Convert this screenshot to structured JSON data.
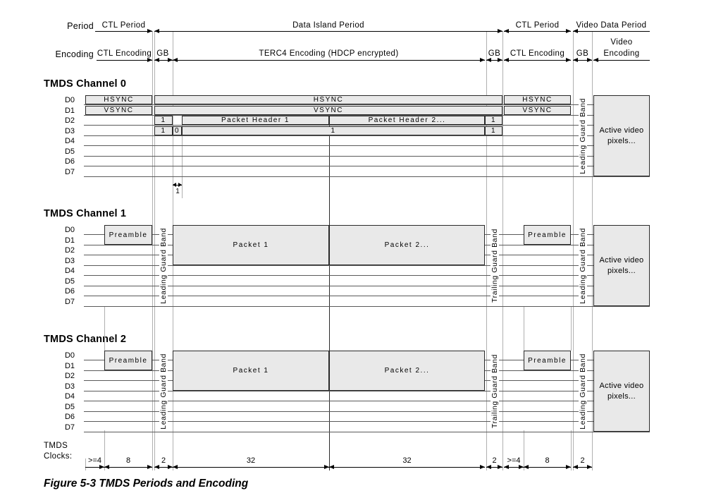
{
  "top": {
    "period_label": "Period",
    "encoding_label": "Encoding",
    "periods": [
      "CTL Period",
      "Data Island Period",
      "CTL Period",
      "Video Data Period"
    ],
    "encodings": [
      "CTL Encoding",
      "GB",
      "TERC4 Encoding (HDCP encrypted)",
      "GB",
      "CTL Encoding",
      "GB"
    ],
    "video_encoding": [
      "Video",
      "Encoding"
    ]
  },
  "channels": [
    {
      "title": "TMDS Channel 0",
      "lanes": [
        "D0",
        "D1",
        "D2",
        "D3",
        "D4",
        "D5",
        "D6",
        "D7"
      ],
      "labels": {
        "hsync": "HSYNC",
        "vsync": "VSYNC",
        "one": "1",
        "zero": "0",
        "packet_header_1": "Packet Header 1",
        "packet_header_2": "Packet Header 2...",
        "leading_guard_band": "Leading Guard Band",
        "active_video_1": "Active video",
        "active_video_2": "pixels...",
        "bit_width": "1"
      }
    },
    {
      "title": "TMDS Channel 1",
      "lanes": [
        "D0",
        "D1",
        "D2",
        "D3",
        "D4",
        "D5",
        "D6",
        "D7"
      ],
      "labels": {
        "preamble": "Preamble",
        "packet_1": "Packet 1",
        "packet_2": "Packet 2...",
        "leading_guard_band": "Leading Guard Band",
        "trailing_guard_band": "Trailing Guard Band",
        "active_video_1": "Active video",
        "active_video_2": "pixels..."
      }
    },
    {
      "title": "TMDS Channel 2",
      "lanes": [
        "D0",
        "D1",
        "D2",
        "D3",
        "D4",
        "D5",
        "D6",
        "D7"
      ],
      "labels": {
        "preamble": "Preamble",
        "packet_1": "Packet 1",
        "packet_2": "Packet 2...",
        "leading_guard_band": "Leading Guard Band",
        "trailing_guard_band": "Trailing Guard Band",
        "active_video_1": "Active video",
        "active_video_2": "pixels..."
      }
    }
  ],
  "clocks": {
    "label": [
      "TMDS",
      "Clocks:"
    ],
    "segments": [
      ">=4",
      "8",
      "2",
      "32",
      "32",
      "2",
      ">=4",
      "8",
      "2"
    ]
  },
  "caption": "Figure 5-3 TMDS Periods and Encoding",
  "colors": {
    "box_fill": "#e9e9e9",
    "box_border": "#2a2a2a",
    "signal_line": "#5a5a5a",
    "guide_line": "#b0b0b0",
    "dimension_line": "#000000"
  }
}
